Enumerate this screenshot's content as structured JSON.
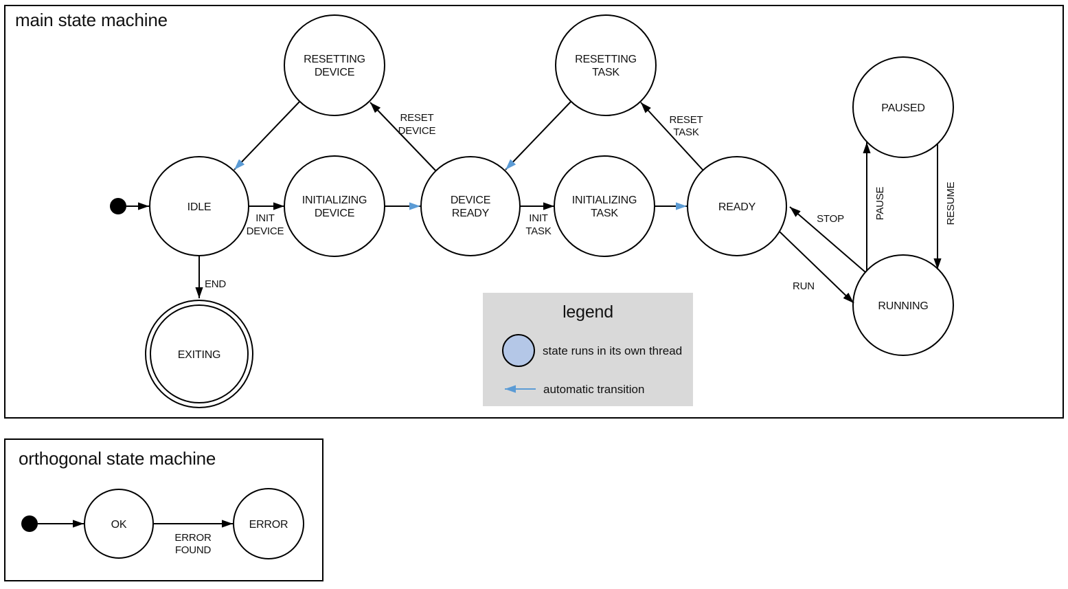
{
  "colors": {
    "thread_state_fill": "#b4c7e7",
    "automatic_transition": "#5b9bd5",
    "legend_background": "#d9d9d9",
    "line": "#000000"
  },
  "main_machine": {
    "title": "main state machine",
    "states": {
      "idle": {
        "label": "IDLE"
      },
      "resetting_device": {
        "line1": "RESETTING",
        "line2": "DEVICE"
      },
      "initializing_device": {
        "line1": "INITIALIZING",
        "line2": "DEVICE"
      },
      "device_ready": {
        "line1": "DEVICE",
        "line2": "READY"
      },
      "resetting_task": {
        "line1": "RESETTING",
        "line2": "TASK"
      },
      "initializing_task": {
        "line1": "INITIALIZING",
        "line2": "TASK"
      },
      "ready": {
        "label": "READY"
      },
      "paused": {
        "label": "PAUSED"
      },
      "running": {
        "label": "RUNNING"
      },
      "exiting": {
        "label": "EXITING"
      }
    },
    "transitions": {
      "init_device": {
        "line1": "INIT",
        "line2": "DEVICE"
      },
      "reset_device": {
        "line1": "RESET",
        "line2": "DEVICE"
      },
      "init_task": {
        "line1": "INIT",
        "line2": "TASK"
      },
      "reset_task": {
        "line1": "RESET",
        "line2": "TASK"
      },
      "end": {
        "label": "END"
      },
      "stop": {
        "label": "STOP"
      },
      "run": {
        "label": "RUN"
      },
      "pause": {
        "label": "PAUSE"
      },
      "resume": {
        "label": "RESUME"
      }
    }
  },
  "legend": {
    "title": "legend",
    "items": {
      "thread": {
        "label": "state runs in its own thread"
      },
      "auto": {
        "label": "automatic transition"
      }
    }
  },
  "orthogonal_machine": {
    "title": "orthogonal state machine",
    "states": {
      "ok": {
        "label": "OK"
      },
      "error": {
        "label": "ERROR"
      }
    },
    "transitions": {
      "error_found": {
        "line1": "ERROR",
        "line2": "FOUND"
      }
    }
  }
}
